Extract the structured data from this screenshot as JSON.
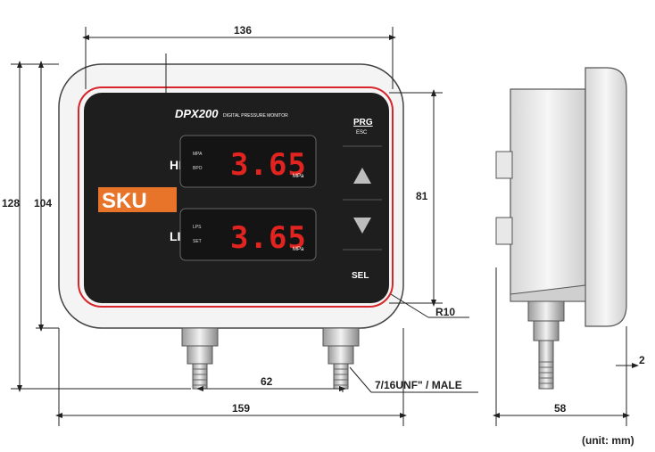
{
  "device": {
    "model": "DPX200",
    "model_subtitle": "DIGITAL PRESSURE MONITOR",
    "brand": "SKU",
    "channels": [
      {
        "label": "HP",
        "reading": "3.65",
        "unit": "MPa",
        "ind_top": "MPA",
        "ind_bottom": "BPO"
      },
      {
        "label": "LP",
        "reading": "3.65",
        "unit": "MPa",
        "ind_top": "LPS",
        "ind_bottom": "SET"
      }
    ],
    "buttons": {
      "prg": "PRG",
      "esc": "ESC",
      "sel": "SEL"
    }
  },
  "dimensions": {
    "front_width": "136",
    "outer_width": "159",
    "height_outer": "128",
    "height_inner": "104",
    "display_height": "81",
    "port_spacing": "62",
    "corner_radius": "R10",
    "side_depth": "58",
    "side_offset": "2",
    "thread": "7/16UNF\" / MALE",
    "unit_note": "(unit: mm)"
  },
  "colors": {
    "housing": "#f4f4f4",
    "panel": "#1e1e1e",
    "accent_red": "#d8242b",
    "display_digits": "#e1241f",
    "brand_orange": "#e8742a"
  }
}
